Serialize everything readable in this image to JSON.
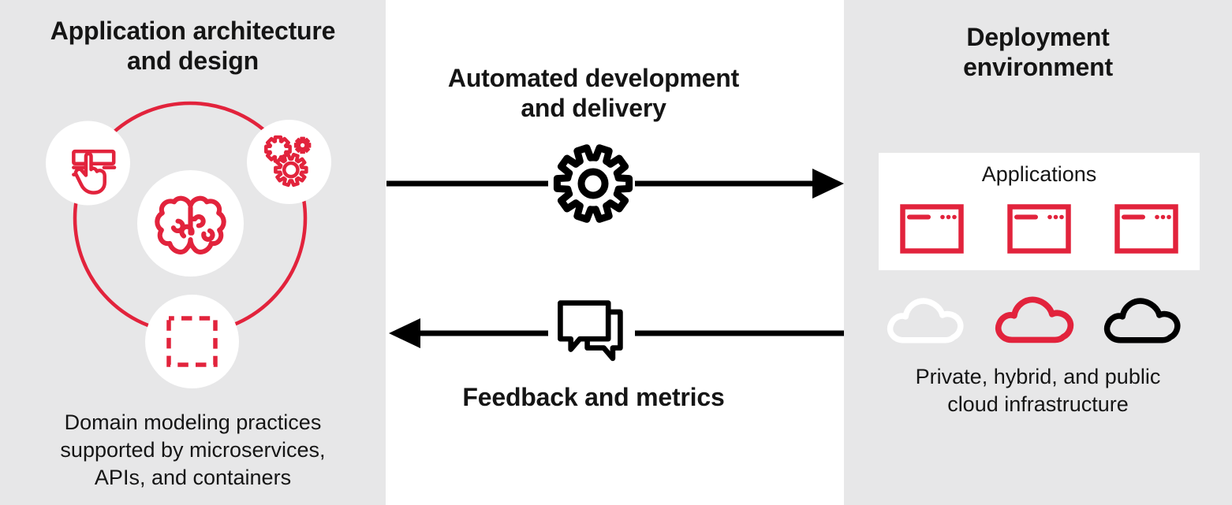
{
  "colors": {
    "red": "#e2233c",
    "ink": "#151515",
    "graphic_black": "#000000",
    "panel_bg": "#e7e7e8",
    "white": "#ffffff"
  },
  "left_panel": {
    "title_lines": [
      "Application architecture",
      "and design"
    ],
    "diagram_icons": [
      "touch-interface-icon",
      "automation-gears-icon",
      "brain-icon",
      "container-dashed-box-icon"
    ],
    "caption_lines": [
      "Domain modeling practices",
      "supported by microservices,",
      "APIs, and containers"
    ]
  },
  "center_panel": {
    "top_flow": {
      "title_lines": [
        "Automated development",
        "and delivery"
      ],
      "icon": "gear-icon",
      "direction": "left-to-right"
    },
    "bottom_flow": {
      "title": "Feedback and metrics",
      "icon": "chat-bubbles-icon",
      "direction": "right-to-left"
    }
  },
  "right_panel": {
    "title_lines": [
      "Deployment",
      "environment"
    ],
    "applications_box": {
      "label": "Applications",
      "window_count": 3,
      "icons": [
        "app-window-icon",
        "app-window-icon",
        "app-window-icon"
      ]
    },
    "cloud_icons": [
      {
        "name": "private-cloud-icon",
        "color": "#ffffff"
      },
      {
        "name": "hybrid-cloud-icon",
        "color": "#e2233c"
      },
      {
        "name": "public-cloud-icon",
        "color": "#000000"
      }
    ],
    "caption_lines": [
      "Private, hybrid, and public",
      "cloud infrastructure"
    ]
  }
}
